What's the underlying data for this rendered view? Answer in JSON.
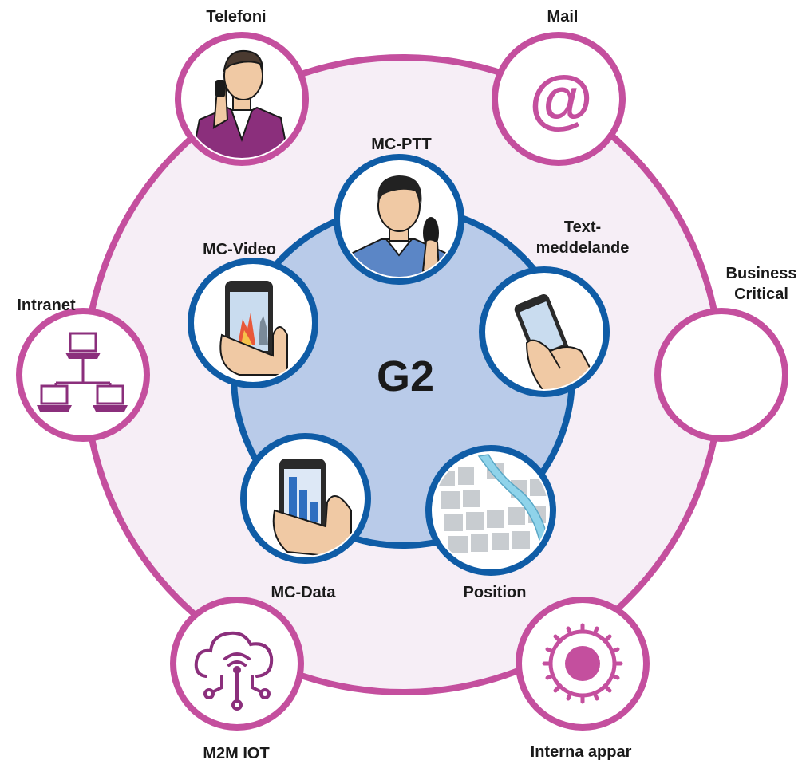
{
  "center_label": "G2",
  "outer_services": [
    {
      "key": "telefoni",
      "label": "Telefoni",
      "icon": "person-on-phone-icon"
    },
    {
      "key": "mail",
      "label": "Mail",
      "icon": "at-sign-icon",
      "glyph": "@"
    },
    {
      "key": "business",
      "label_line1": "Business",
      "label_line2": "Critical",
      "icon": ""
    },
    {
      "key": "interna",
      "label": "Interna appar",
      "icon": "gear-sun-icon"
    },
    {
      "key": "m2m",
      "label": "M2M IOT",
      "icon": "cloud-network-icon"
    },
    {
      "key": "intranet",
      "label": "Intranet",
      "icon": "network-computers-icon"
    }
  ],
  "inner_services": [
    {
      "key": "mcptt",
      "label": "MC-PTT",
      "icon": "person-with-radio-icon"
    },
    {
      "key": "text",
      "label_line1": "Text-",
      "label_line2": "meddelande",
      "icon": "phone-texting-icon"
    },
    {
      "key": "position",
      "label": "Position",
      "icon": "city-map-icon"
    },
    {
      "key": "mcdata",
      "label": "MC-Data",
      "icon": "phone-bar-chart-icon"
    },
    {
      "key": "mcvideo",
      "label": "MC-Video",
      "icon": "phone-video-icon"
    }
  ],
  "colors": {
    "outer_ring": "#c44f9e",
    "outer_fill": "#f6eef6",
    "inner_ring": "#0f5ca6",
    "inner_fill": "#b9cbe9",
    "icon_purple": "#8b2f7c",
    "icon_magenta": "#c44f9e"
  }
}
